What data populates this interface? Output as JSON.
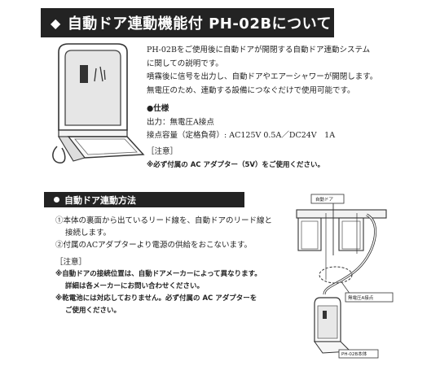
{
  "header": {
    "title": "自動ドア連動機能付 PH-02Bについて",
    "bullet": "◆"
  },
  "intro": [
    "PH-02Bをご使用後に自動ドアが開閉する自動ドア連動システム",
    "に関しての説明です。",
    "噴霧後に信号を出力し、自動ドアやエアーシャワーが開閉します。",
    "無電圧のため、連動する設備につなぐだけで使用可能です。"
  ],
  "spec": {
    "heading": "●仕様",
    "output": "出力：無電圧A接点",
    "capacity": "接点容量（定格負荷）: AC125V 0.5A／DC24V　1A",
    "note_label": "［注意］",
    "note_text": "※必ず付属の AC アダプター（5V）をご使用ください。"
  },
  "method": {
    "title": "自動ドア連動方法",
    "step1_a": "①本体の裏面から出ているリード線を、自動ドアのリード線と",
    "step1_b": "接続します。",
    "step2": "②付属のACアダプターより電源の供給をおこないます。",
    "note_label": "［注意］",
    "note1_a": "※自動ドアの接続位置は、自動ドアメーカーによって異なります。",
    "note1_b": "詳細は各メーカーにお問い合わせください。",
    "note2_a": "※乾電池には対応しておりません。必ず付属の AC アダプターを",
    "note2_b": "ご使用ください。"
  },
  "diagram": {
    "door_label": "自動ドア",
    "contact_label": "無電圧A接点",
    "unit_label": "PH-02B本体"
  }
}
